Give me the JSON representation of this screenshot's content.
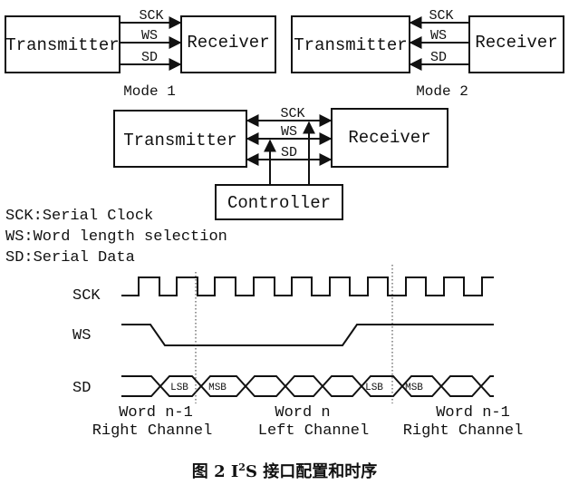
{
  "transmitter_label": "Transmitter",
  "receiver_label": "Receiver",
  "controller_label": "Controller",
  "signals": [
    "SCK",
    "WS",
    "SD"
  ],
  "modes": [
    "Mode 1",
    "Mode 2"
  ],
  "legend": [
    {
      "abbr": "SCK",
      "desc": "Serial Clock"
    },
    {
      "abbr": "WS",
      "desc": "Word length selection"
    },
    {
      "abbr": "SD",
      "desc": "Serial Data"
    }
  ],
  "timing": {
    "labels": [
      "SCK",
      "WS",
      "SD"
    ],
    "chips": [
      "LSB",
      "MSB",
      "LSB",
      "MSB"
    ],
    "words": [
      {
        "word": "Word n-1",
        "channel": "Right Channel"
      },
      {
        "word": "Word n",
        "channel": "Left Channel"
      },
      {
        "word": "Word n-1",
        "channel": "Right Channel"
      }
    ]
  },
  "caption": {
    "prefix": "图 2  I",
    "sup": "2",
    "suffix": "S 接口配置和时序"
  }
}
